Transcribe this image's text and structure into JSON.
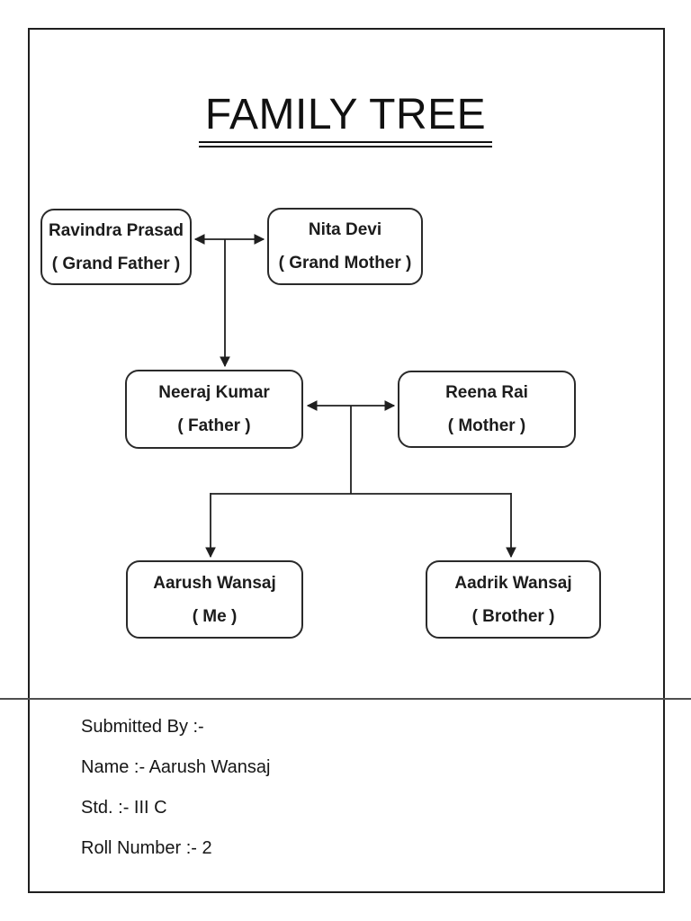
{
  "title": "FAMILY TREE",
  "tree": {
    "nodes": [
      {
        "name": "Ravindra Prasad",
        "relation": "( Grand Father )"
      },
      {
        "name": "Nita Devi",
        "relation": "( Grand Mother )"
      },
      {
        "name": "Neeraj Kumar",
        "relation": "( Father )"
      },
      {
        "name": "Reena Rai",
        "relation": "( Mother )"
      },
      {
        "name": "Aarush Wansaj",
        "relation": "( Me )"
      },
      {
        "name": "Aadrik Wansaj",
        "relation": "( Brother )"
      }
    ]
  },
  "footer": {
    "lines": [
      "Submitted By :-",
      "Name :- Aarush Wansaj",
      "Std. :- III C",
      "Roll Number :- 2"
    ]
  },
  "colors": {
    "ink": "#1c1c1c",
    "box_border": "#2a2a2a",
    "divider": "#4f4f4f",
    "page_bg": "#ffffff"
  }
}
